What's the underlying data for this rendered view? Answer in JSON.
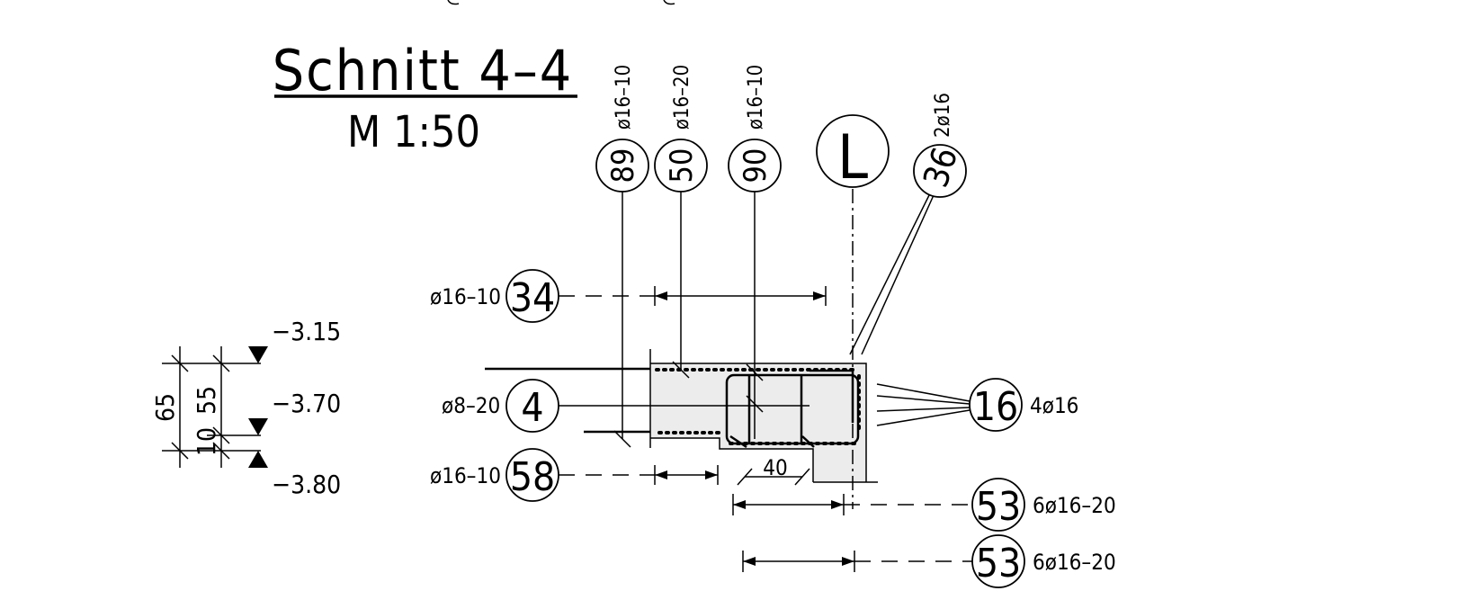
{
  "title": "Schnitt 4–4",
  "scale": "M 1:50",
  "levels": {
    "top": "−3.15",
    "mid": "−3.70",
    "bottom": "−3.80"
  },
  "dimensions": {
    "total": "65",
    "upper": "55",
    "lower": "10",
    "bottom_width": "40"
  },
  "markers": {
    "m89": {
      "number": "89",
      "spec": "ø16–10"
    },
    "m50": {
      "number": "50",
      "spec": "ø16–20"
    },
    "m90": {
      "number": "90",
      "spec": "ø16–10"
    },
    "axis": {
      "label": "L"
    },
    "m36": {
      "number": "36",
      "spec": "2ø16"
    },
    "m34": {
      "number": "34",
      "spec": "ø16–10"
    },
    "m4": {
      "number": "4",
      "spec": "ø8–20"
    },
    "m58": {
      "number": "58",
      "spec": "ø16–10"
    },
    "m16": {
      "number": "16",
      "spec": "4ø16"
    },
    "m53a": {
      "number": "53",
      "spec": "6ø16–20"
    },
    "m53b": {
      "number": "53",
      "spec": "6ø16–20"
    }
  }
}
